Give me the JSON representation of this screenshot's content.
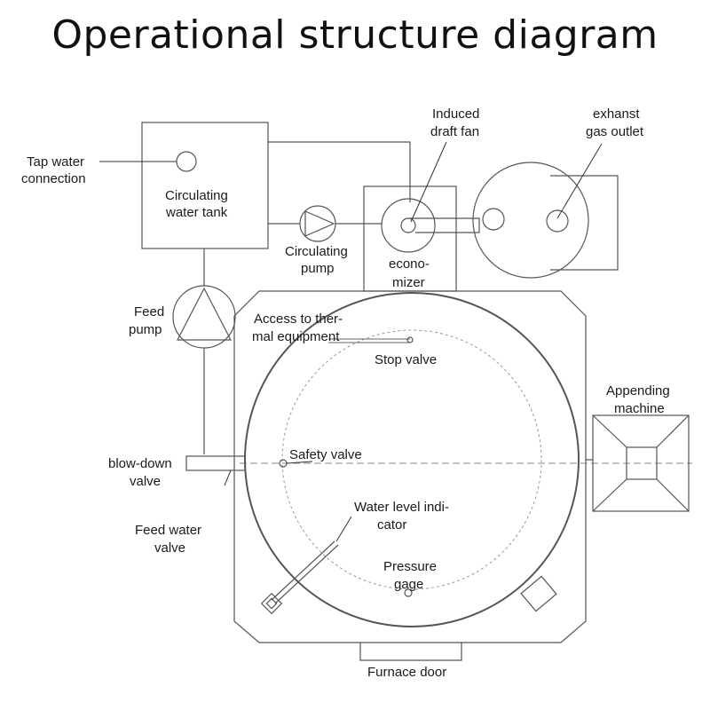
{
  "title": "Operational structure diagram",
  "labels": {
    "tap_water_1": "Tap water",
    "tap_water_2": "connection",
    "tank_1": "Circulating",
    "tank_2": "water tank",
    "induced_1": "Induced",
    "induced_2": "draft fan",
    "exhaust_1": "exhanst",
    "exhaust_2": "gas outlet",
    "circ_pump_1": "Circulating",
    "circ_pump_2": "pump",
    "econ_1": "econo-",
    "econ_2": "mizer",
    "feed_pump_1": "Feed",
    "feed_pump_2": "pump",
    "access_1": "Access to ther-",
    "access_2": "mal equipment",
    "stop_valve": "Stop valve",
    "appending_1": "Appending",
    "appending_2": "machine",
    "blowdown_1": "blow-down",
    "blowdown_2": "valve",
    "safety_valve": "Safety valve",
    "feed_water_1": "Feed water",
    "feed_water_2": "valve",
    "water_level_1": "Water level indi-",
    "water_level_2": "cator",
    "pressure_1": "Pressure",
    "pressure_2": "gage",
    "furnace_door": "Furnace door"
  }
}
